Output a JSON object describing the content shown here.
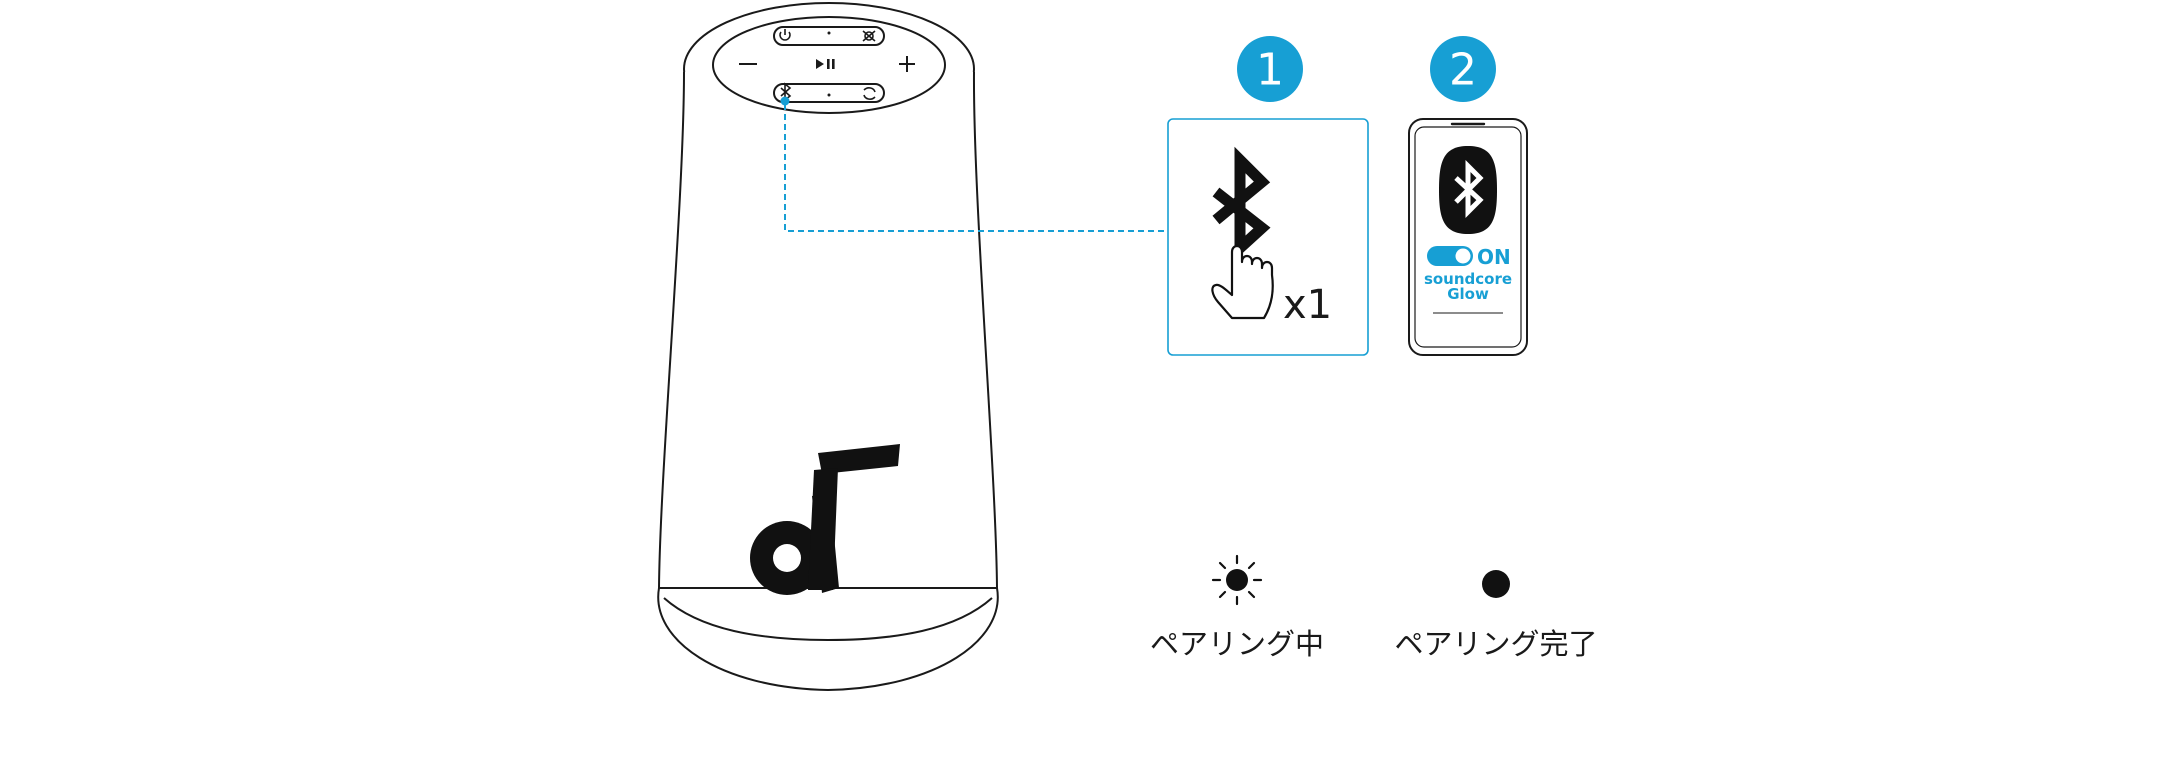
{
  "colors": {
    "accent": "#179fd4",
    "outline": "#1a1a1a"
  },
  "steps": [
    {
      "number": "1"
    },
    {
      "number": "2"
    }
  ],
  "press": {
    "count_label": "x1"
  },
  "phone": {
    "toggle_label": "ON",
    "app_name_line1": "soundcore",
    "app_name_line2": "Glow"
  },
  "status": {
    "pairing": "ペアリング中",
    "paired": "ペアリング完了"
  },
  "icons": {
    "speaker_logo": "soundcore-logo",
    "blinking": "blinking-led-icon",
    "solid": "solid-led-icon",
    "bluetooth": "bluetooth-icon",
    "hand": "finger-press-icon"
  }
}
